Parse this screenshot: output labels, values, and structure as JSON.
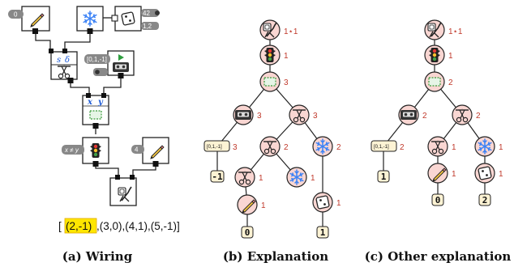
{
  "wiring": {
    "pencil_value": "0",
    "dice_values": [
      "42",
      "1,2"
    ],
    "pair_labels": {
      "first": "s",
      "second": "δ"
    },
    "list_value": "[0,1,-1]",
    "bind_labels": {
      "x": "x",
      "y": "y"
    },
    "condition": "x ≠ y",
    "pencil2_value": "4",
    "result_prefix": "[",
    "result_highlight": "(2,-1)",
    "result_rest": ",(3,0),(4,1),(5,-1)]",
    "caption": "(a) Wiring"
  },
  "explanation": {
    "caption": "(b) Explanation",
    "counts": {
      "root": "1⋆1",
      "light": "1",
      "rect": "3",
      "tape": "3",
      "scissorsTop": "3",
      "list": "3",
      "scissorsMid": "2",
      "snow": "2",
      "scissorsLow": "1",
      "snowLow": "1",
      "pencil": "1",
      "dice": "1"
    },
    "list_label": "[0,1,-1]",
    "results": {
      "a": "-1",
      "b": "0",
      "c": "1"
    }
  },
  "other": {
    "caption": "(c) Other explanation",
    "counts": {
      "root": "1⋆1",
      "light": "1",
      "rect": "2",
      "tape": "2",
      "scissors": "2",
      "list": "2",
      "scissorsLow": "1",
      "snow": "1",
      "pencil": "1",
      "dice": "1"
    },
    "list_label": "[0,1,-1]",
    "results": {
      "a": "1",
      "b": "0",
      "c": "2"
    }
  }
}
